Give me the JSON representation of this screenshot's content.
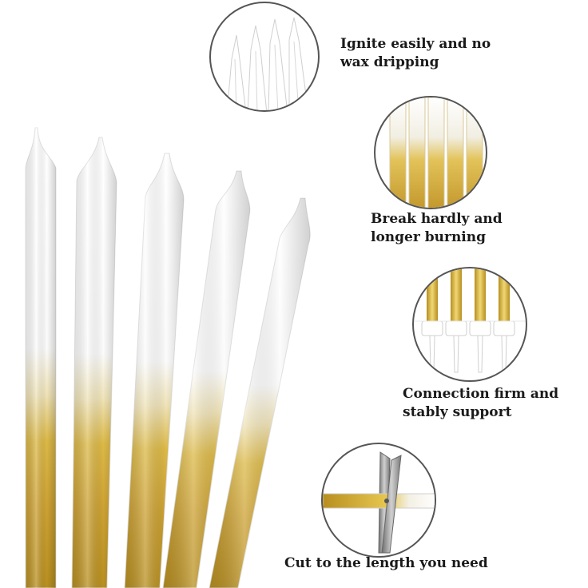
{
  "colors": {
    "gold_dark": "#b88f1f",
    "gold_light": "#e6c64f",
    "candle_white": "#ffffff",
    "circle_border": "#555555",
    "text": "#1a1a1a",
    "scissor_metal": "#8a8a8a"
  },
  "features": [
    {
      "icon": "candle-tips-icon",
      "line1": "Ignite easily and no",
      "line2": "wax dripping"
    },
    {
      "icon": "candle-gradient-icon",
      "line1": "Break hardly and",
      "line2": "longer burning"
    },
    {
      "icon": "candle-holders-icon",
      "line1": "Connection firm and",
      "line2": "stably support"
    },
    {
      "icon": "scissors-cut-icon",
      "line1": "Cut to the length you need",
      "line2": ""
    }
  ]
}
